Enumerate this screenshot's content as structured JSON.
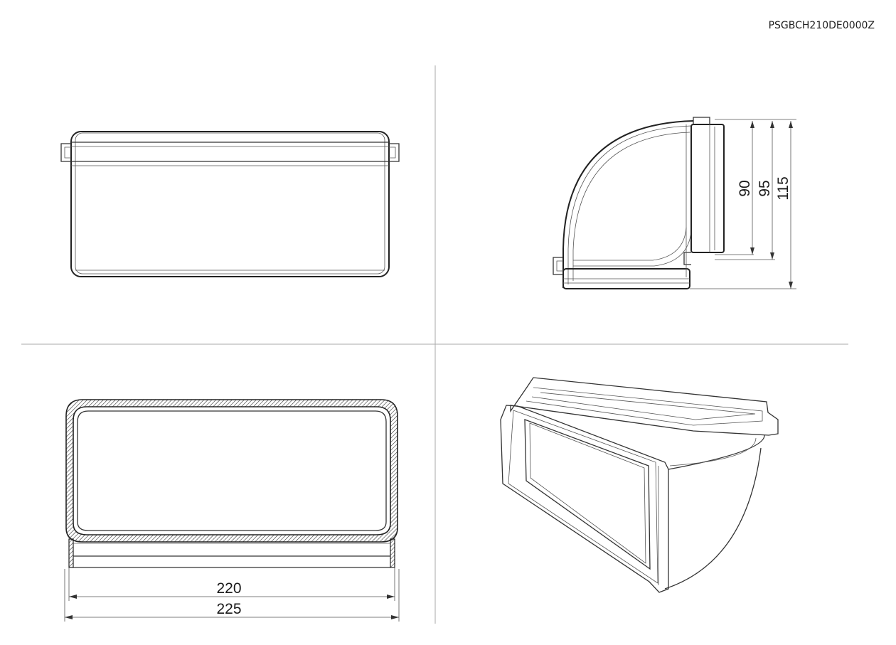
{
  "product_code": "PSGBCH210DE0000Z",
  "dimensions": {
    "side_inner": "90",
    "side_middle": "95",
    "side_outer": "115",
    "width_inner": "220",
    "width_outer": "225"
  }
}
